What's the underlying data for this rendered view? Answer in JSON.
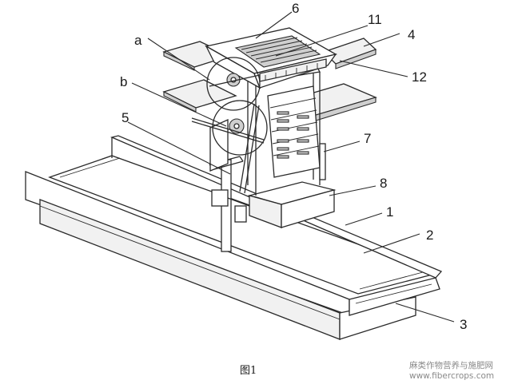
{
  "labels": {
    "l6": "6",
    "l11": "11",
    "l4": "4",
    "l12": "12",
    "la": "a",
    "lb": "b",
    "l5": "5",
    "l7": "7",
    "l8": "8",
    "l1": "1",
    "l2": "2",
    "l3": "3"
  },
  "caption": "图1",
  "watermark": {
    "line1": "麻类作物营养与施肥网",
    "line2": "www.fibercrops.com"
  }
}
